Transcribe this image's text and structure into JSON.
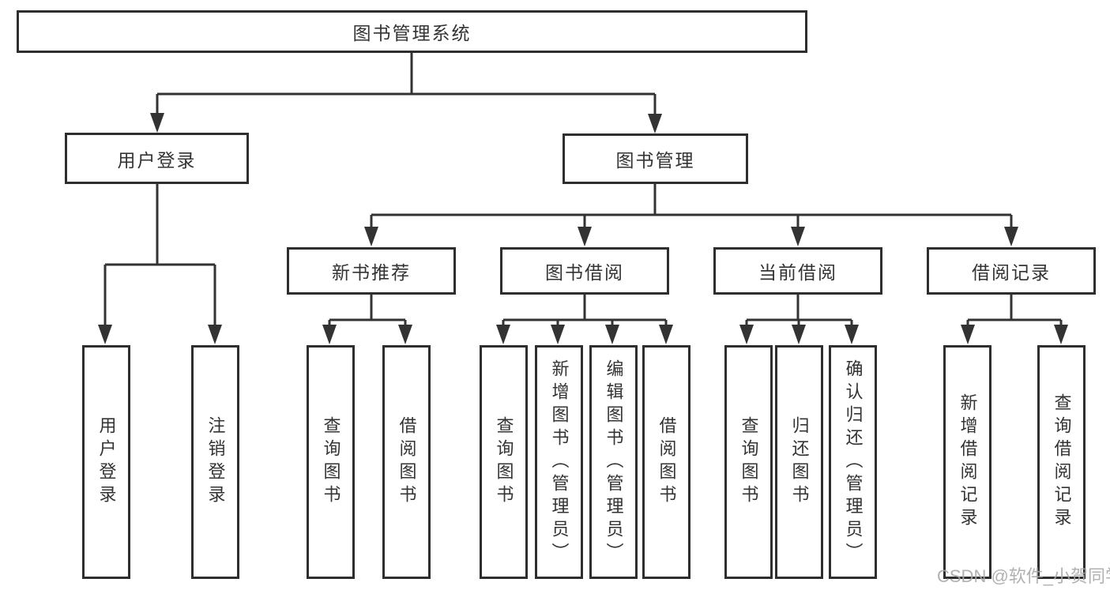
{
  "diagram": {
    "root": {
      "label": "图书管理系统"
    },
    "level2": [
      {
        "label": "用户登录"
      },
      {
        "label": "图书管理"
      }
    ],
    "level3": [
      {
        "label": "新书推荐"
      },
      {
        "label": "图书借阅"
      },
      {
        "label": "当前借阅"
      },
      {
        "label": "借阅记录"
      }
    ],
    "leaves": [
      {
        "label": "用户登录"
      },
      {
        "label": "注销登录"
      },
      {
        "label": "查询图书"
      },
      {
        "label": "借阅图书"
      },
      {
        "label": "查询图书"
      },
      {
        "label": "新增图书（管理员）"
      },
      {
        "label": "编辑图书（管理员）"
      },
      {
        "label": "借阅图书"
      },
      {
        "label": "查询图书"
      },
      {
        "label": "归还图书"
      },
      {
        "label": "确认归还（管理员）"
      },
      {
        "label": "新增借阅记录"
      },
      {
        "label": "查询借阅记录"
      }
    ]
  },
  "watermark": {
    "text": "CSDN @软件_小贺同学"
  },
  "colors": {
    "line": "#333333",
    "box_border": "#2e2e2e",
    "text": "#333333",
    "watermark": "#a8a8a8",
    "background": "#ffffff"
  }
}
